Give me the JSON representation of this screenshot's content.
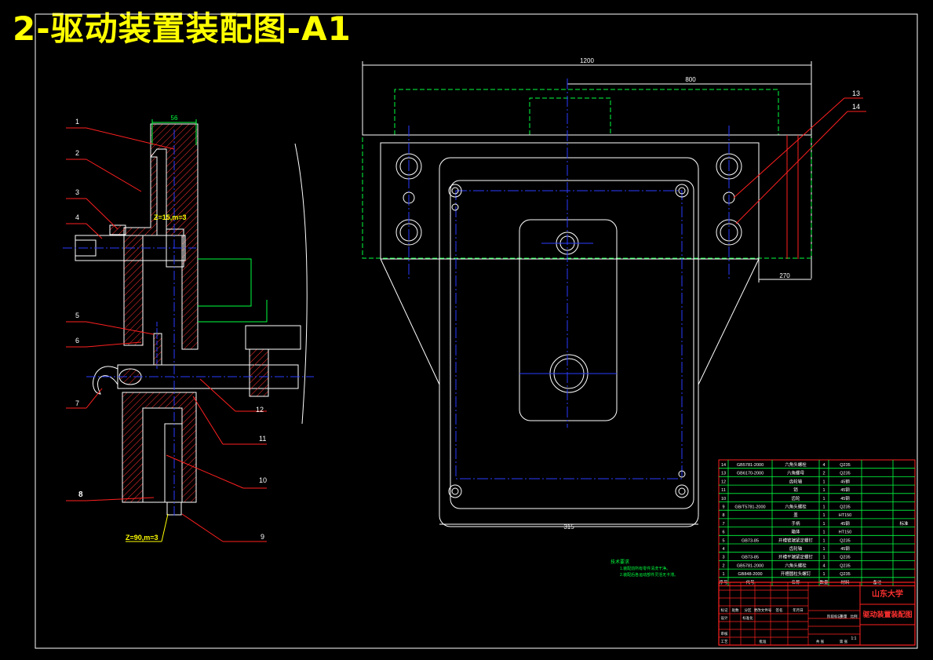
{
  "title": "2-驱动装置装配图-A1",
  "colors": {
    "background": "#000000",
    "title": "#ffff00",
    "outline": "#ffffff",
    "hatch": "#ff3030",
    "centerline": "#2a3cff",
    "dimension": "#00ff40",
    "leader": "#ff2020",
    "labels": "#ffffff"
  },
  "section_view": {
    "part_numbers": [
      "1",
      "2",
      "3",
      "4",
      "5",
      "6",
      "7",
      "8",
      "9",
      "10",
      "11",
      "12"
    ],
    "dimension_top": "56",
    "gear_label_top": "Z=15,m=3",
    "gear_label_bottom": "Z=90,m=3"
  },
  "plan_view": {
    "dim_overall_width": "1200",
    "dim_inner_width": "800",
    "dim_side": "270",
    "dim_bottom": "315",
    "callouts": [
      "13",
      "14"
    ]
  },
  "notes": {
    "heading": "技术要求",
    "lines": [
      "1.装配前所有零件清洗干净。",
      "2.装配后各运动部件灵活无卡滞。"
    ]
  },
  "bom": [
    {
      "no": "14",
      "code": "GB5781-2000",
      "name": "六角头螺栓",
      "qty": "4",
      "material": "Q235",
      "note": ""
    },
    {
      "no": "13",
      "code": "GB6170-2000",
      "name": "六角螺母",
      "qty": "2",
      "material": "Q235",
      "note": ""
    },
    {
      "no": "12",
      "code": "",
      "name": "齿轮轴",
      "qty": "1",
      "material": "45钢",
      "note": ""
    },
    {
      "no": "11",
      "code": "",
      "name": "销",
      "qty": "1",
      "material": "45钢",
      "note": ""
    },
    {
      "no": "10",
      "code": "",
      "name": "齿轮",
      "qty": "1",
      "material": "45钢",
      "note": ""
    },
    {
      "no": "9",
      "code": "GB/T5781-2000",
      "name": "六角头螺栓",
      "qty": "1",
      "material": "Q235",
      "note": ""
    },
    {
      "no": "8",
      "code": "",
      "name": "盖",
      "qty": "1",
      "material": "HT150",
      "note": ""
    },
    {
      "no": "7",
      "code": "",
      "name": "手柄",
      "qty": "1",
      "material": "45钢",
      "note": "标准"
    },
    {
      "no": "6",
      "code": "",
      "name": "箱体",
      "qty": "1",
      "material": "HT150",
      "note": ""
    },
    {
      "no": "5",
      "code": "GB73-85",
      "name": "开槽锥端紧定螺钉",
      "qty": "1",
      "material": "Q235",
      "note": ""
    },
    {
      "no": "4",
      "code": "",
      "name": "齿轮轴",
      "qty": "1",
      "material": "45钢",
      "note": ""
    },
    {
      "no": "3",
      "code": "GB73-85",
      "name": "开槽平端紧定螺钉",
      "qty": "1",
      "material": "Q235",
      "note": ""
    },
    {
      "no": "2",
      "code": "GB5781-2000",
      "name": "六角头螺栓",
      "qty": "4",
      "material": "Q235",
      "note": ""
    },
    {
      "no": "1",
      "code": "GB848-2000",
      "name": "开槽圆柱头螺钉",
      "qty": "1",
      "material": "Q235",
      "note": ""
    }
  ],
  "bom_headers": [
    "序号",
    "代号",
    "名称",
    "数量",
    "材料",
    "备注"
  ],
  "title_block": {
    "school": "山东大学",
    "drawing_name": "驱动装置装配图",
    "scale": "1:1",
    "fields": [
      "标记",
      "处数",
      "分区",
      "更改文件号",
      "签名",
      "年月日",
      "设计",
      "标准化",
      "阶段标记",
      "重量",
      "比例",
      "审核",
      "工艺",
      "批准",
      "共 张",
      "第 张"
    ]
  }
}
